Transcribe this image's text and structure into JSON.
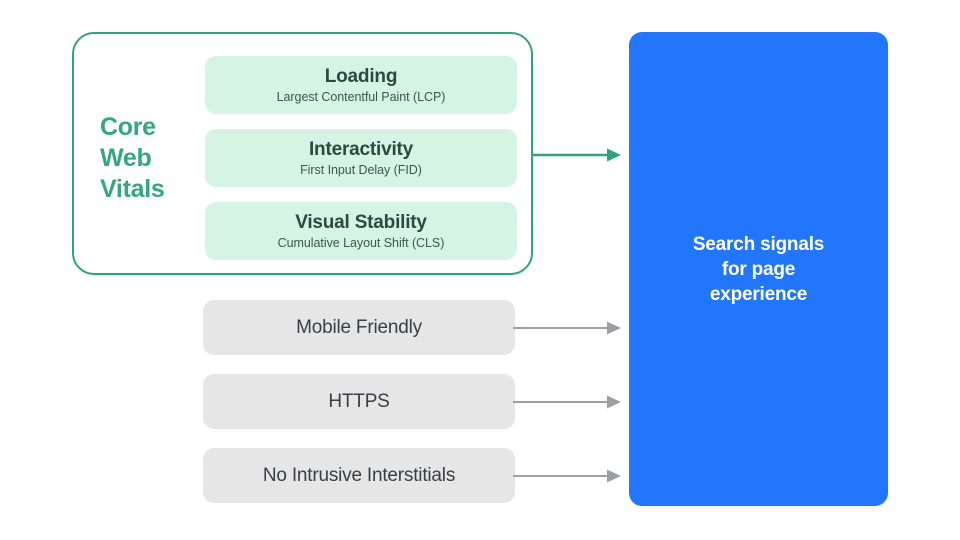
{
  "diagram": {
    "title": "Search signals for page experience",
    "colors": {
      "accent_green": "#2FA47C",
      "label_green": "#34A77F",
      "card_green": "#D5F4E3",
      "card_gray": "#E6E6E7",
      "panel_blue": "#2176FB",
      "arrow_gray": "#9AA0A6",
      "text_dark": "#2C4A43",
      "text_gray": "#3B3E42",
      "background": "#FFFFFF"
    }
  },
  "core_web_vitals": {
    "label_lines": [
      "Core",
      "Web",
      "Vitals"
    ],
    "label_text": "Core Web Vitals",
    "metrics": [
      {
        "title": "Loading",
        "subtitle": "Largest Contentful Paint (LCP)",
        "abbr": "LCP"
      },
      {
        "title": "Interactivity",
        "subtitle": "First Input Delay (FID)",
        "abbr": "FID"
      },
      {
        "title": "Visual Stability",
        "subtitle": "Cumulative Layout Shift (CLS)",
        "abbr": "CLS"
      }
    ]
  },
  "other_signals": [
    {
      "title": "Mobile Friendly"
    },
    {
      "title": "HTTPS"
    },
    {
      "title": "No Intrusive Interstitials"
    }
  ],
  "result": {
    "text": "Search signals\nfor page\nexperience"
  },
  "connectors": [
    {
      "name": "core-web-vitals-to-result",
      "style": "green"
    },
    {
      "name": "mobile-friendly-to-result",
      "style": "gray"
    },
    {
      "name": "https-to-result",
      "style": "gray"
    },
    {
      "name": "no-intrusive-interstitials-to-result",
      "style": "gray"
    }
  ]
}
